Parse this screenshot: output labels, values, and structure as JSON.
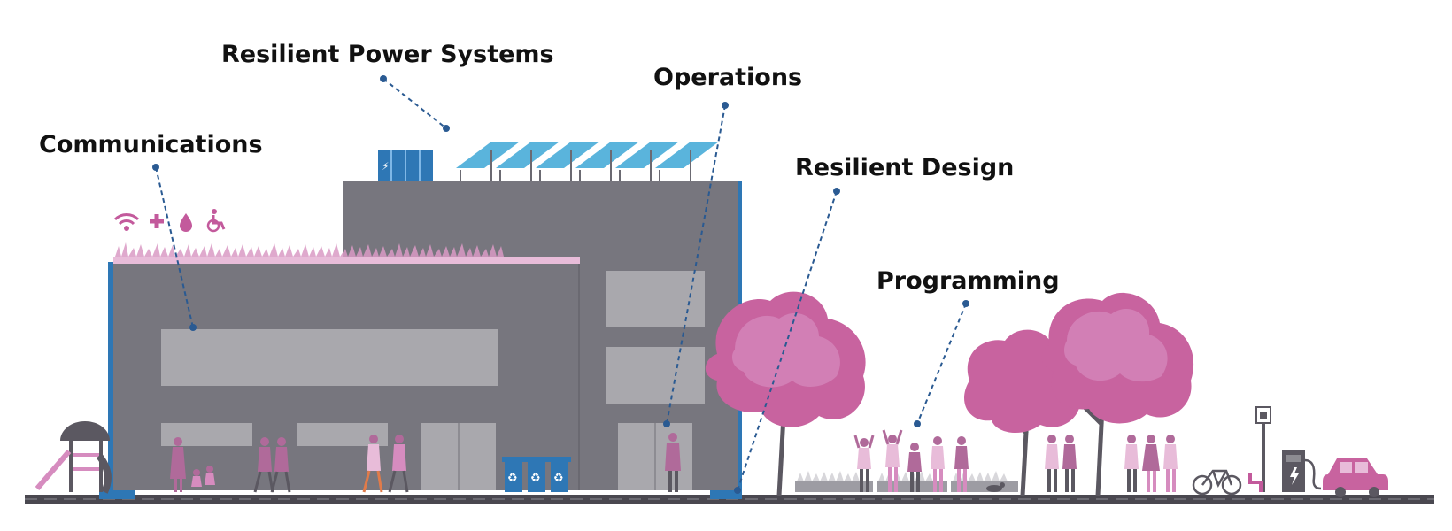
{
  "labels": {
    "resilient_power": "Resilient Power Systems",
    "operations": "Operations",
    "communications": "Communications",
    "resilient_design": "Resilient Design",
    "programming": "Programming"
  },
  "colors": {
    "building": "#77767e",
    "building_dark": "#6a6971",
    "window": "#a9a8ad",
    "accent_blue": "#2e77b5",
    "leader_line": "#2a5a92",
    "pink": "#c35a9c",
    "pink_light": "#d68cbf",
    "pink_pale": "#e8bcd9",
    "figure": "#b06a9a",
    "trunk": "#5b5861",
    "ground": "#4a4850",
    "solar": "#5ab4dc"
  },
  "icons": [
    "wifi-icon",
    "plus-icon",
    "water-drop-icon",
    "wheelchair-icon"
  ]
}
